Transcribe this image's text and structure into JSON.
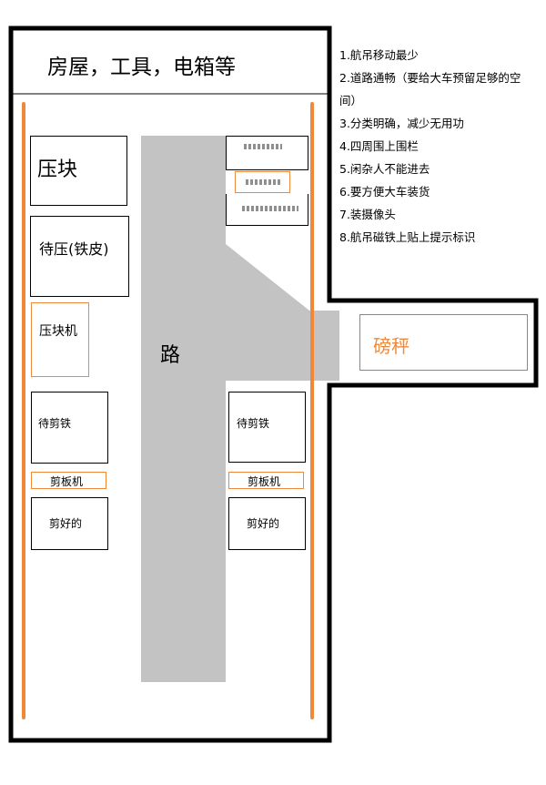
{
  "header": {
    "title": "房屋，工具，电箱等"
  },
  "areas": {
    "press_block": "压块",
    "to_press": "待压(铁皮)",
    "press_machine": "压块机",
    "to_shear_left": "待剪铁",
    "shear_machine_left": "剪板机",
    "sheared_left": "剪好的",
    "to_shear_right": "待剪铁",
    "shear_machine_right": "剪板机",
    "sheared_right": "剪好的",
    "road": "路",
    "scale": "磅秤"
  },
  "notes": [
    "1.航吊移动最少",
    "2.道路通畅（要给大车预留足够的空间）",
    "3.分类明确，减少无用功",
    "4.四周围上围栏",
    "5.闲杂人不能进去",
    "6.要方便大车装货",
    "7.装摄像头",
    "8.航吊磁铁上贴上提示标识"
  ],
  "colors": {
    "fence": "#f0883a",
    "road": "#c3c3c3",
    "border": "#000000",
    "scale_text": "#f0883a"
  }
}
